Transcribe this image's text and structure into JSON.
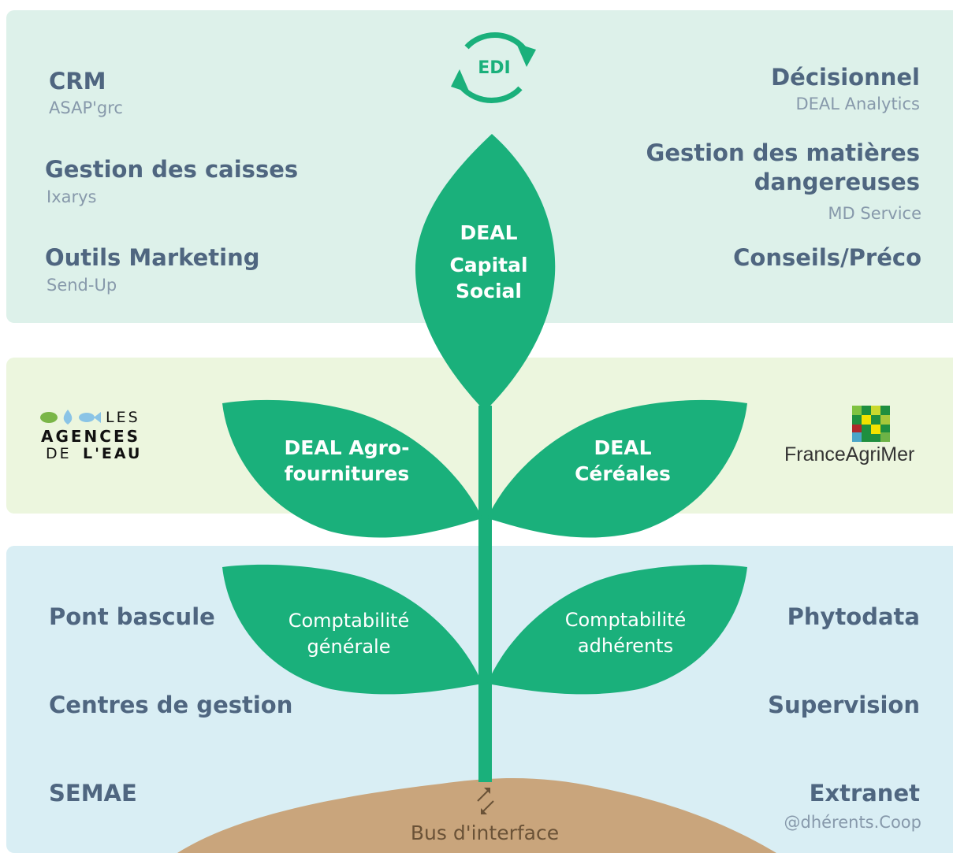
{
  "top_left": [
    {
      "title": "CRM",
      "subtitle": "ASAP'grc"
    },
    {
      "title": "Gestion des caisses",
      "subtitle": "Ixarys"
    },
    {
      "title": "Outils Marketing",
      "subtitle": "Send-Up"
    }
  ],
  "top_right": {
    "decisionnel": {
      "title": "Décisionnel",
      "subtitle": "DEAL Analytics"
    },
    "matieres": {
      "title_line1": "Gestion des matières",
      "title_line2": "dangereuses",
      "subtitle": "MD Service"
    },
    "conseils": {
      "title": "Conseils/Préco"
    }
  },
  "edi": "EDI",
  "top_leaf": {
    "line1": "DEAL",
    "line2": "Capital",
    "line3": "Social"
  },
  "mid_left_leaf": {
    "line1": "DEAL Agro-",
    "line2": "fournitures"
  },
  "mid_right_leaf": {
    "line1": "DEAL",
    "line2": "Céréales"
  },
  "bot_left_leaf": {
    "line1": "Comptabilité",
    "line2": "générale"
  },
  "bot_right_leaf": {
    "line1": "Comptabilité",
    "line2": "adhérents"
  },
  "logo_agences": {
    "line1": "LES",
    "line2": "AGENCES",
    "line3_a": "DE",
    "line3_b": "L'EAU"
  },
  "logo_franceagrimer": "FranceAgriMer",
  "bottom_left": [
    "Pont bascule",
    "Centres de gestion",
    "SEMAE"
  ],
  "bottom_right": {
    "phytodata": "Phytodata",
    "supervision": "Supervision",
    "extranet": {
      "title": "Extranet",
      "subtitle": "@dhérents.Coop"
    }
  },
  "bus": "Bus d'interface",
  "colors": {
    "leaf": "#1ab07b",
    "soil": "#c9a57c",
    "text": "#4f6680",
    "subtext": "#8799ab"
  }
}
